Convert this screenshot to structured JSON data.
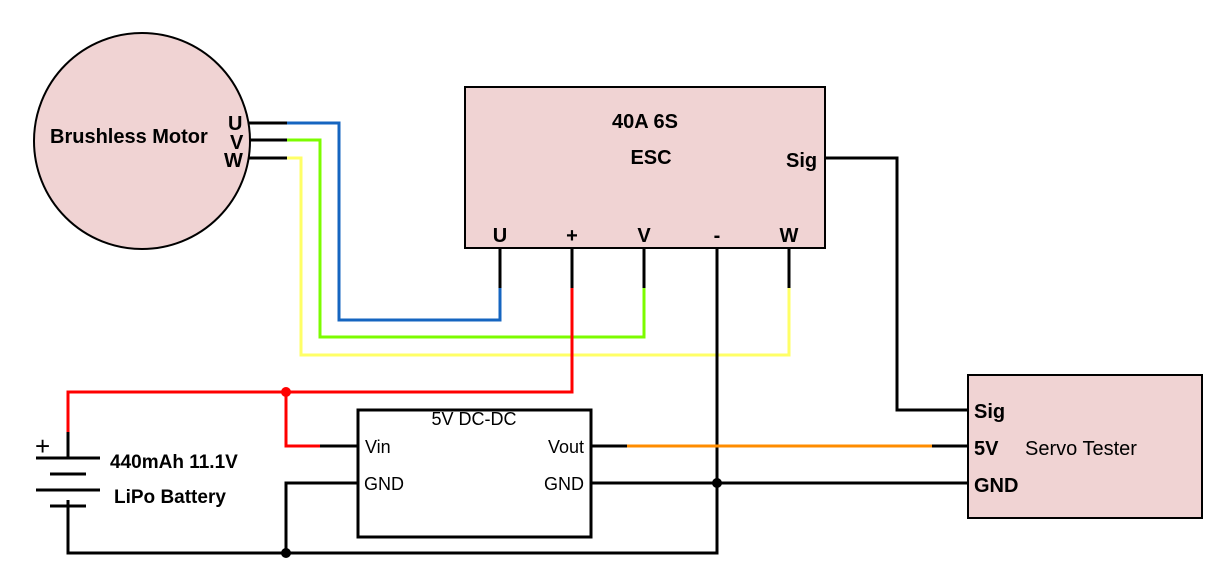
{
  "motor": {
    "title": "Brushless Motor",
    "pin_u": "U",
    "pin_v": "V",
    "pin_w": "W"
  },
  "esc": {
    "line1": "40A 6S",
    "line2": "ESC",
    "sig": "Sig",
    "pins": [
      "U",
      "+",
      "V",
      "-",
      "W"
    ]
  },
  "dcdc": {
    "title": "5V DC-DC",
    "vin": "Vin",
    "gnd_in": "GND",
    "vout": "Vout",
    "gnd_out": "GND"
  },
  "servo_tester": {
    "title": "Servo Tester",
    "sig": "Sig",
    "v5": "5V",
    "gnd": "GND"
  },
  "battery": {
    "line1": "440mAh 11.1V",
    "line2": "LiPo Battery",
    "plus": "+"
  },
  "colors": {
    "u_wire": "#1565c0",
    "v_wire": "#7cfc00",
    "w_wire": "#ffff66",
    "positive": "#ff0000",
    "five_volt": "#ff8c00",
    "ground": "#000000",
    "box_fill": "#f0d3d3"
  }
}
